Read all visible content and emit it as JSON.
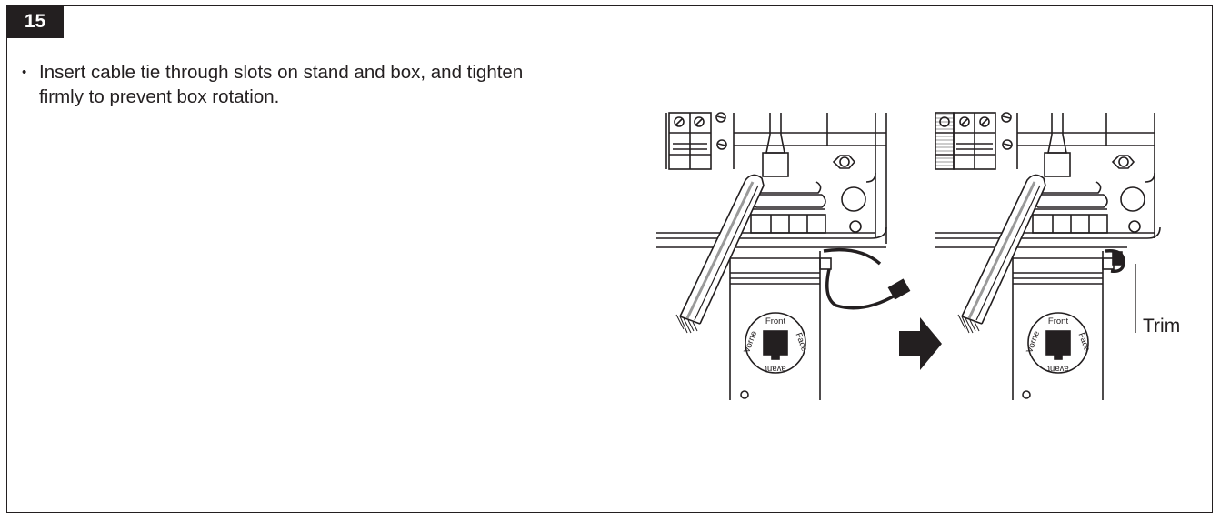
{
  "step": {
    "number": "15"
  },
  "instructions": [
    {
      "text": "Insert cable tie through slots on stand and box, and tighten firmly to prevent box rotation."
    }
  ],
  "figure": {
    "callout_label": "Trim",
    "medallion_text": {
      "top": "Front",
      "right": "Face",
      "bottom": "avant",
      "left": "Vorne"
    }
  }
}
